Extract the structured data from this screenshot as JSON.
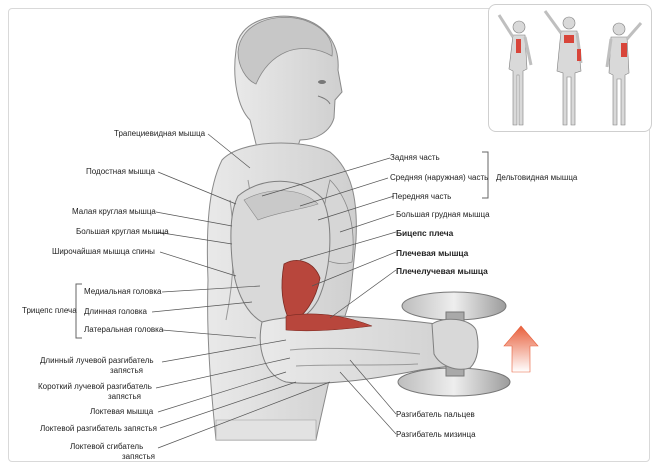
{
  "labels": {
    "trapezius": "Трапециевидная мышца",
    "infraspinatus": "Подостная мышца",
    "teres_minor": "Малая круглая мышца",
    "teres_major": "Большая круглая мышца",
    "latissimus": "Широчайшая мышца спины",
    "triceps_group": "Трицепс плеча",
    "medial_head": "Медиальная головка",
    "long_head": "Длинная головка",
    "lateral_head": "Латеральная головка",
    "ext_carpi_radialis_longus_1": "Длинный лучевой разгибатель",
    "ext_carpi_radialis_longus_2": "запястья",
    "ext_carpi_radialis_brevis_1": "Короткий лучевой разгибатель",
    "ext_carpi_radialis_brevis_2": "запястья",
    "anconeus": "Локтевая мышца",
    "ext_carpi_ulnaris": "Локтевой разгибатель запястья",
    "flex_carpi_ulnaris_1": "Локтевой сгибатель",
    "flex_carpi_ulnaris_2": "запястья",
    "deltoid_posterior": "Задняя часть",
    "deltoid_middle": "Средняя (наружная) часть",
    "deltoid_anterior": "Передняя часть",
    "deltoid_group": "Дельтовидная мышца",
    "pectoralis_major": "Большая грудная мышца",
    "biceps": "Бицепс плеча",
    "brachialis": "Плечевая мышца",
    "brachioradialis": "Плечелучевая мышца",
    "ext_digitorum": "Разгибатель пальцев",
    "ext_digiti_minimi": "Разгибатель мизинца"
  },
  "colors": {
    "target_muscle": "#b8463c",
    "arrow": "#e8603c",
    "leader_line": "#555555",
    "inset_highlight": "#d8453a"
  },
  "icons": [
    "arrow-up-icon",
    "dumbbell-icon"
  ]
}
